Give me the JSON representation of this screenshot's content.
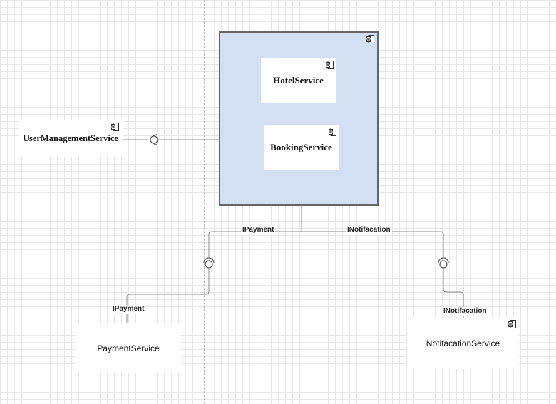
{
  "diagram": {
    "components": {
      "hotel": "HotelService",
      "booking": "BookingService",
      "user_management": "UserManagementService",
      "payment": "PaymentService",
      "notification": "NotifacationService"
    },
    "interfaces": {
      "payment_top": "IPayment",
      "notification_top": "INotifacation",
      "payment_bottom": "IPayment",
      "notification_bottom": "INotifacation"
    },
    "icon": "component-icon",
    "colors": {
      "container_fill": "#d3e0f3",
      "container_border": "#666666",
      "wire": "#888888"
    }
  }
}
